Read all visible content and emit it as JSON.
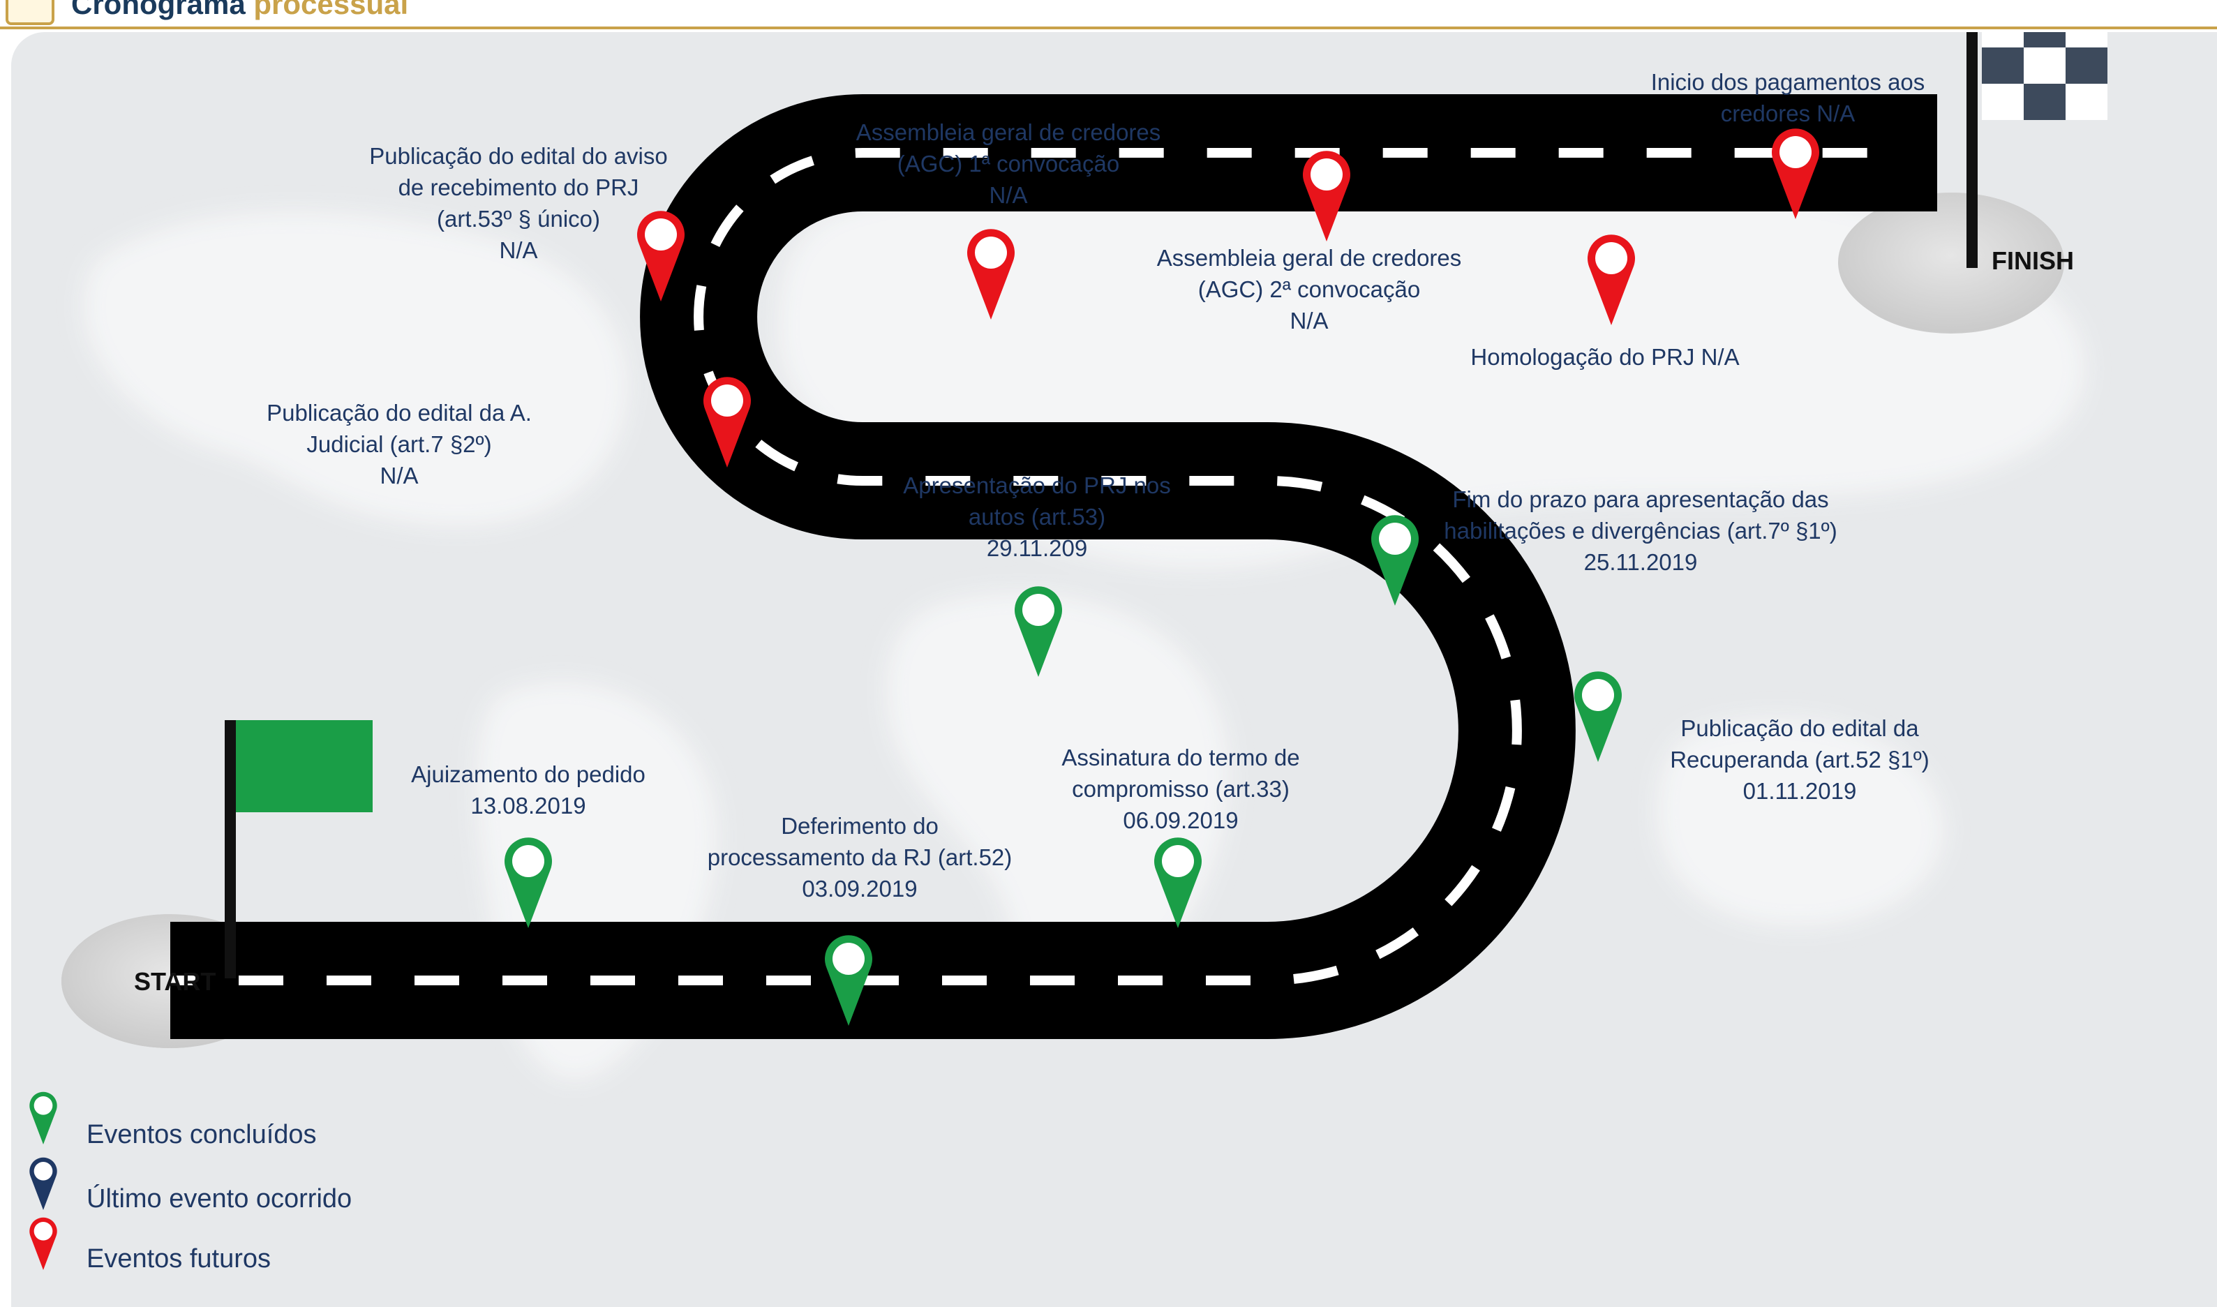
{
  "header": {
    "title_main": "Cronograma",
    "title_accent": "processual"
  },
  "road": {
    "start_label": "START",
    "finish_label": "FINISH"
  },
  "colors": {
    "done": "#1a9e47",
    "last": "#1f3864",
    "future": "#e8141b",
    "road": "#000000",
    "start_flag": "#1a9e47",
    "finish_flag": "#3d4a5c"
  },
  "events": [
    {
      "id": "ajuizamento",
      "status": "done",
      "lines": [
        "Ajuizamento do pedido",
        "13.08.2019"
      ]
    },
    {
      "id": "deferimento",
      "status": "done",
      "lines": [
        "Deferimento do",
        "processamento da RJ (art.52)",
        "03.09.2019"
      ]
    },
    {
      "id": "assinatura",
      "status": "done",
      "lines": [
        "Assinatura do termo de",
        "compromisso (art.33)",
        "06.09.2019"
      ]
    },
    {
      "id": "edital-recuperanda",
      "status": "done",
      "lines": [
        "Publicação do edital da",
        "Recuperanda (art.52 §1º)",
        "01.11.2019"
      ]
    },
    {
      "id": "fim-prazo",
      "status": "done",
      "lines": [
        "Fim do prazo para apresentação das",
        "habilitações e divergências (art.7º §1º)",
        "25.11.2019"
      ]
    },
    {
      "id": "apresentacao-prj",
      "status": "done",
      "lines": [
        "Apresentação do PRJ nos",
        "autos (art.53)",
        "29.11.209"
      ]
    },
    {
      "id": "edital-judicial",
      "status": "future",
      "lines": [
        "Publicação do edital da A.",
        "Judicial (art.7 §2º)",
        "N/A"
      ]
    },
    {
      "id": "edital-aviso-prj",
      "status": "future",
      "lines": [
        "Publicação do edital do aviso",
        "de recebimento do PRJ",
        "(art.53º § único)",
        "N/A"
      ]
    },
    {
      "id": "agc-1",
      "status": "future",
      "lines": [
        "Assembleia geral de credores",
        "(AGC) 1ª convocação",
        "N/A"
      ]
    },
    {
      "id": "agc-2",
      "status": "future",
      "lines": [
        "Assembleia geral de credores",
        "(AGC) 2ª convocação",
        "N/A"
      ]
    },
    {
      "id": "homologacao",
      "status": "future",
      "lines": [
        "Homologação do PRJ N/A"
      ]
    },
    {
      "id": "pagamentos",
      "status": "future",
      "lines": [
        "Inicio dos pagamentos aos",
        "credores N/A"
      ]
    }
  ],
  "legend": [
    {
      "status": "done",
      "label": "Eventos concluídos"
    },
    {
      "status": "last",
      "label": "Último evento ocorrido"
    },
    {
      "status": "future",
      "label": "Eventos futuros"
    }
  ]
}
